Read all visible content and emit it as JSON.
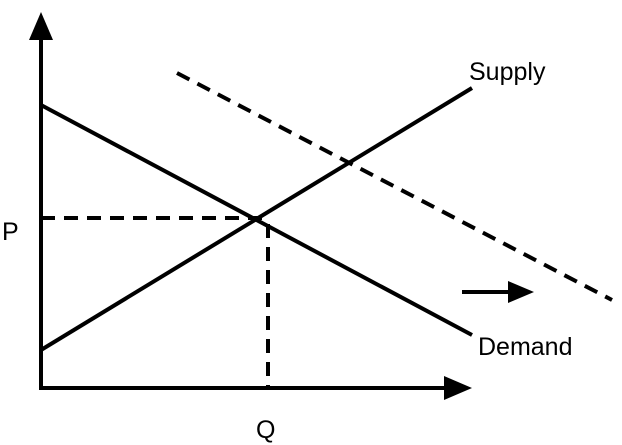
{
  "labels": {
    "supply": "Supply",
    "demand": "Demand",
    "price": "P",
    "quantity": "Q"
  },
  "colors": {
    "line": "#000000",
    "background": "#ffffff"
  },
  "curves": {
    "supply": {
      "style": "solid"
    },
    "demand": {
      "style": "solid"
    },
    "shifted_demand": {
      "style": "dashed"
    }
  },
  "shift_arrow": {
    "direction": "right"
  }
}
